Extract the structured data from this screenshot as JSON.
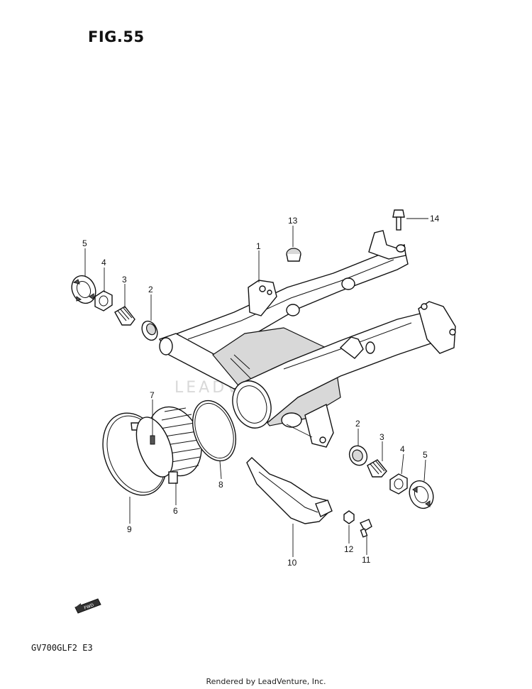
{
  "figure": {
    "title": "FIG.55",
    "model_code": "GV700GLF2 E3"
  },
  "footer": {
    "credit": "Rendered by LeadVenture, Inc."
  },
  "watermark": {
    "text": "LEADVENTURE"
  },
  "direction_badge": {
    "label": "FWD"
  },
  "callouts": [
    {
      "id": "c14",
      "label": "14"
    },
    {
      "id": "c13",
      "label": "13"
    },
    {
      "id": "c1",
      "label": "1"
    },
    {
      "id": "c5a",
      "label": "5"
    },
    {
      "id": "c4a",
      "label": "4"
    },
    {
      "id": "c3a",
      "label": "3"
    },
    {
      "id": "c2a",
      "label": "2"
    },
    {
      "id": "c7",
      "label": "7"
    },
    {
      "id": "c8",
      "label": "8"
    },
    {
      "id": "c6",
      "label": "6"
    },
    {
      "id": "c9",
      "label": "9"
    },
    {
      "id": "c2b",
      "label": "2"
    },
    {
      "id": "c3b",
      "label": "3"
    },
    {
      "id": "c4b",
      "label": "4"
    },
    {
      "id": "c5b",
      "label": "5"
    },
    {
      "id": "c10",
      "label": "10"
    },
    {
      "id": "c12",
      "label": "12"
    },
    {
      "id": "c11",
      "label": "11"
    }
  ]
}
